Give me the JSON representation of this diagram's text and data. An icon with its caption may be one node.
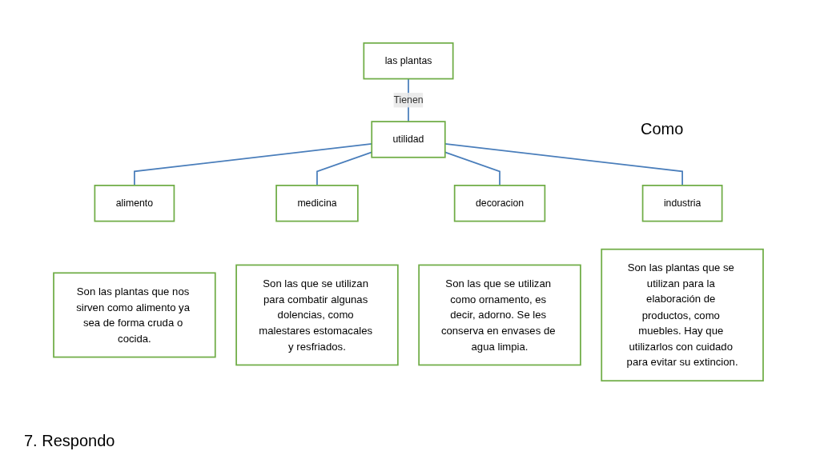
{
  "diagram": {
    "nodes": [
      {
        "text": [
          "las plantas"
        ]
      },
      {
        "text": [
          "utilidad"
        ]
      },
      {
        "text": [
          "alimento"
        ]
      },
      {
        "text": [
          "medicina"
        ]
      },
      {
        "text": [
          "decoracion"
        ]
      },
      {
        "text": [
          "industria"
        ]
      },
      {
        "text": [
          "Son las plantas que nos sirven como alimento ya sea de forma cruda o cocida."
        ]
      },
      {
        "text": [
          "Son las que se utilizan para combatir algunas dolencias, como malestares estomacales y resfriados."
        ]
      },
      {
        "text": [
          "Son las que se utilizan como ornamento, es decir, adorno. Se les conserva en envases de agua limpia."
        ]
      },
      {
        "text": [
          "Son las plantas que se utilizan para la elaboración de productos, como muebles. Hay que utilizarlos con cuidado para evitar su extincion."
        ]
      }
    ],
    "edges": [
      {
        "from": 0,
        "to": 1,
        "arrow": "none",
        "label": "Tienen"
      },
      {
        "from": 1,
        "to": 2,
        "arrow": "none"
      },
      {
        "from": 1,
        "to": 3,
        "arrow": "none"
      },
      {
        "from": 1,
        "to": 4,
        "arrow": "none"
      },
      {
        "from": 1,
        "to": 5,
        "arrow": "none"
      }
    ],
    "labels": [
      "Como",
      "7. Respondo"
    ]
  }
}
